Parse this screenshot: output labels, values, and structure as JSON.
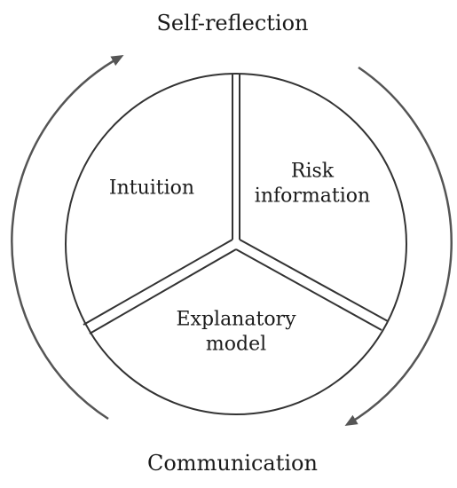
{
  "top_label": "Self-reflection",
  "bottom_label": "Communication",
  "segments": {
    "intuition": "Intuition",
    "risk_information": [
      "Risk",
      "information"
    ],
    "explanatory_model": [
      "Explanatory",
      "model"
    ]
  },
  "colors": {
    "stroke": "#333333",
    "arrow": "#555555",
    "text": "#1a1a1a"
  }
}
